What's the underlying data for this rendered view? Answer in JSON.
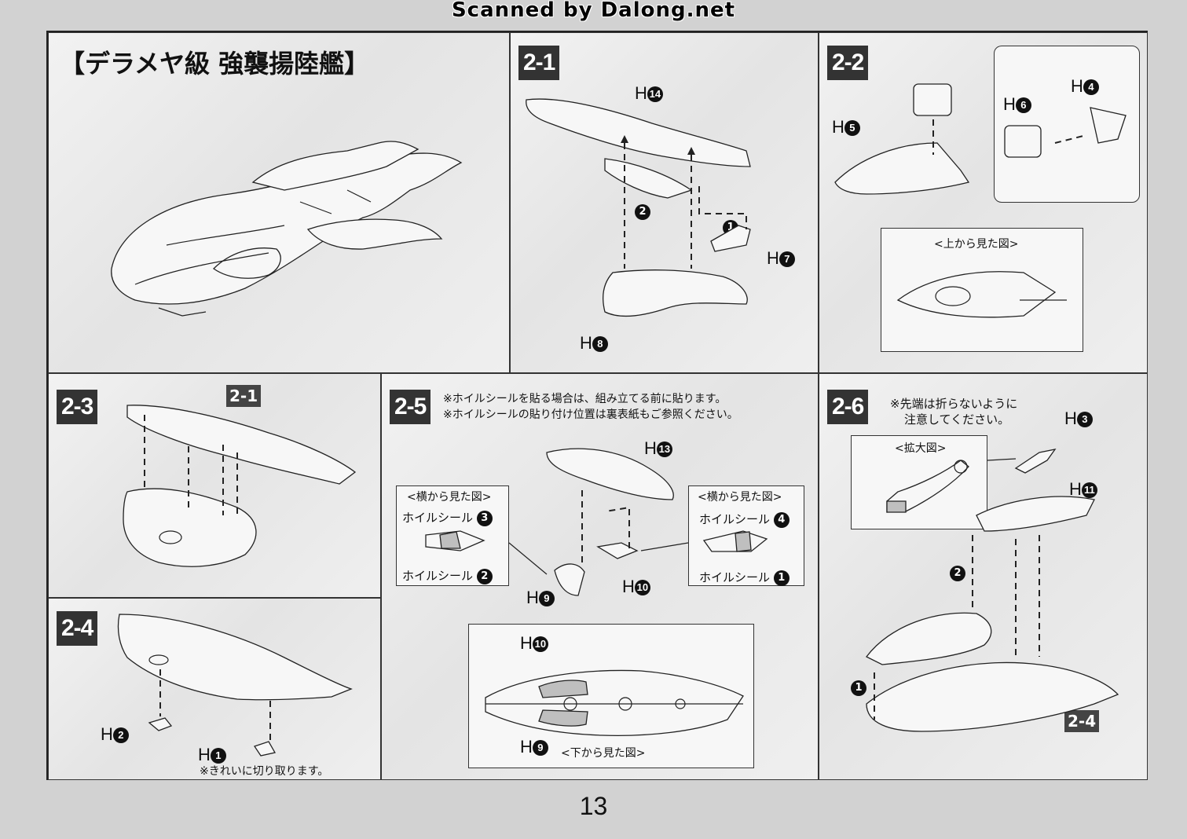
{
  "header": {
    "scanned_by": "Scanned by Dalong.net"
  },
  "title": "【デラメヤ級 強襲揚陸艦】",
  "steps": {
    "s2_1": {
      "label": "2-1",
      "parts": {
        "h14": "H",
        "h7": "H",
        "h8": "H"
      },
      "nums": {
        "n14": "14",
        "n7": "7",
        "n8": "8",
        "c1": "1",
        "c2": "2"
      }
    },
    "s2_2": {
      "label": "2-2",
      "parts": {
        "h4": "H",
        "h5": "H",
        "h6": "H"
      },
      "nums": {
        "n4": "4",
        "n5": "5",
        "n6": "6"
      },
      "top_view": "<上から見た図>"
    },
    "s2_3": {
      "label": "2-3",
      "ref": "2-1"
    },
    "s2_4": {
      "label": "2-4",
      "nums": {
        "n2": "2",
        "n1": "1"
      },
      "note": "※きれいに切り取ります。"
    },
    "s2_5": {
      "label": "2-5",
      "note_line1": "※ホイルシールを貼る場合は、組み立てる前に貼ります。",
      "note_line2": "※ホイルシールの貼り付け位置は裏表紙もご参照ください。",
      "side_view": "<横から見た図>",
      "side_view2": "<横から見た図>",
      "bottom_view": "<下から見た図>",
      "foil": "ホイルシール",
      "nums": {
        "n13": "13",
        "n9": "9",
        "n10": "10",
        "f3": "3",
        "f2": "2",
        "f4": "4",
        "f1": "1",
        "b10": "10",
        "b9": "9"
      }
    },
    "s2_6": {
      "label": "2-6",
      "note_line1": "※先端は折らないように",
      "note_line2": "注意してください。",
      "zoom": "<拡大図>",
      "ref": "2-4",
      "nums": {
        "n3": "3",
        "n11": "11",
        "c2": "2",
        "c1": "1"
      }
    }
  },
  "page_number": "13"
}
